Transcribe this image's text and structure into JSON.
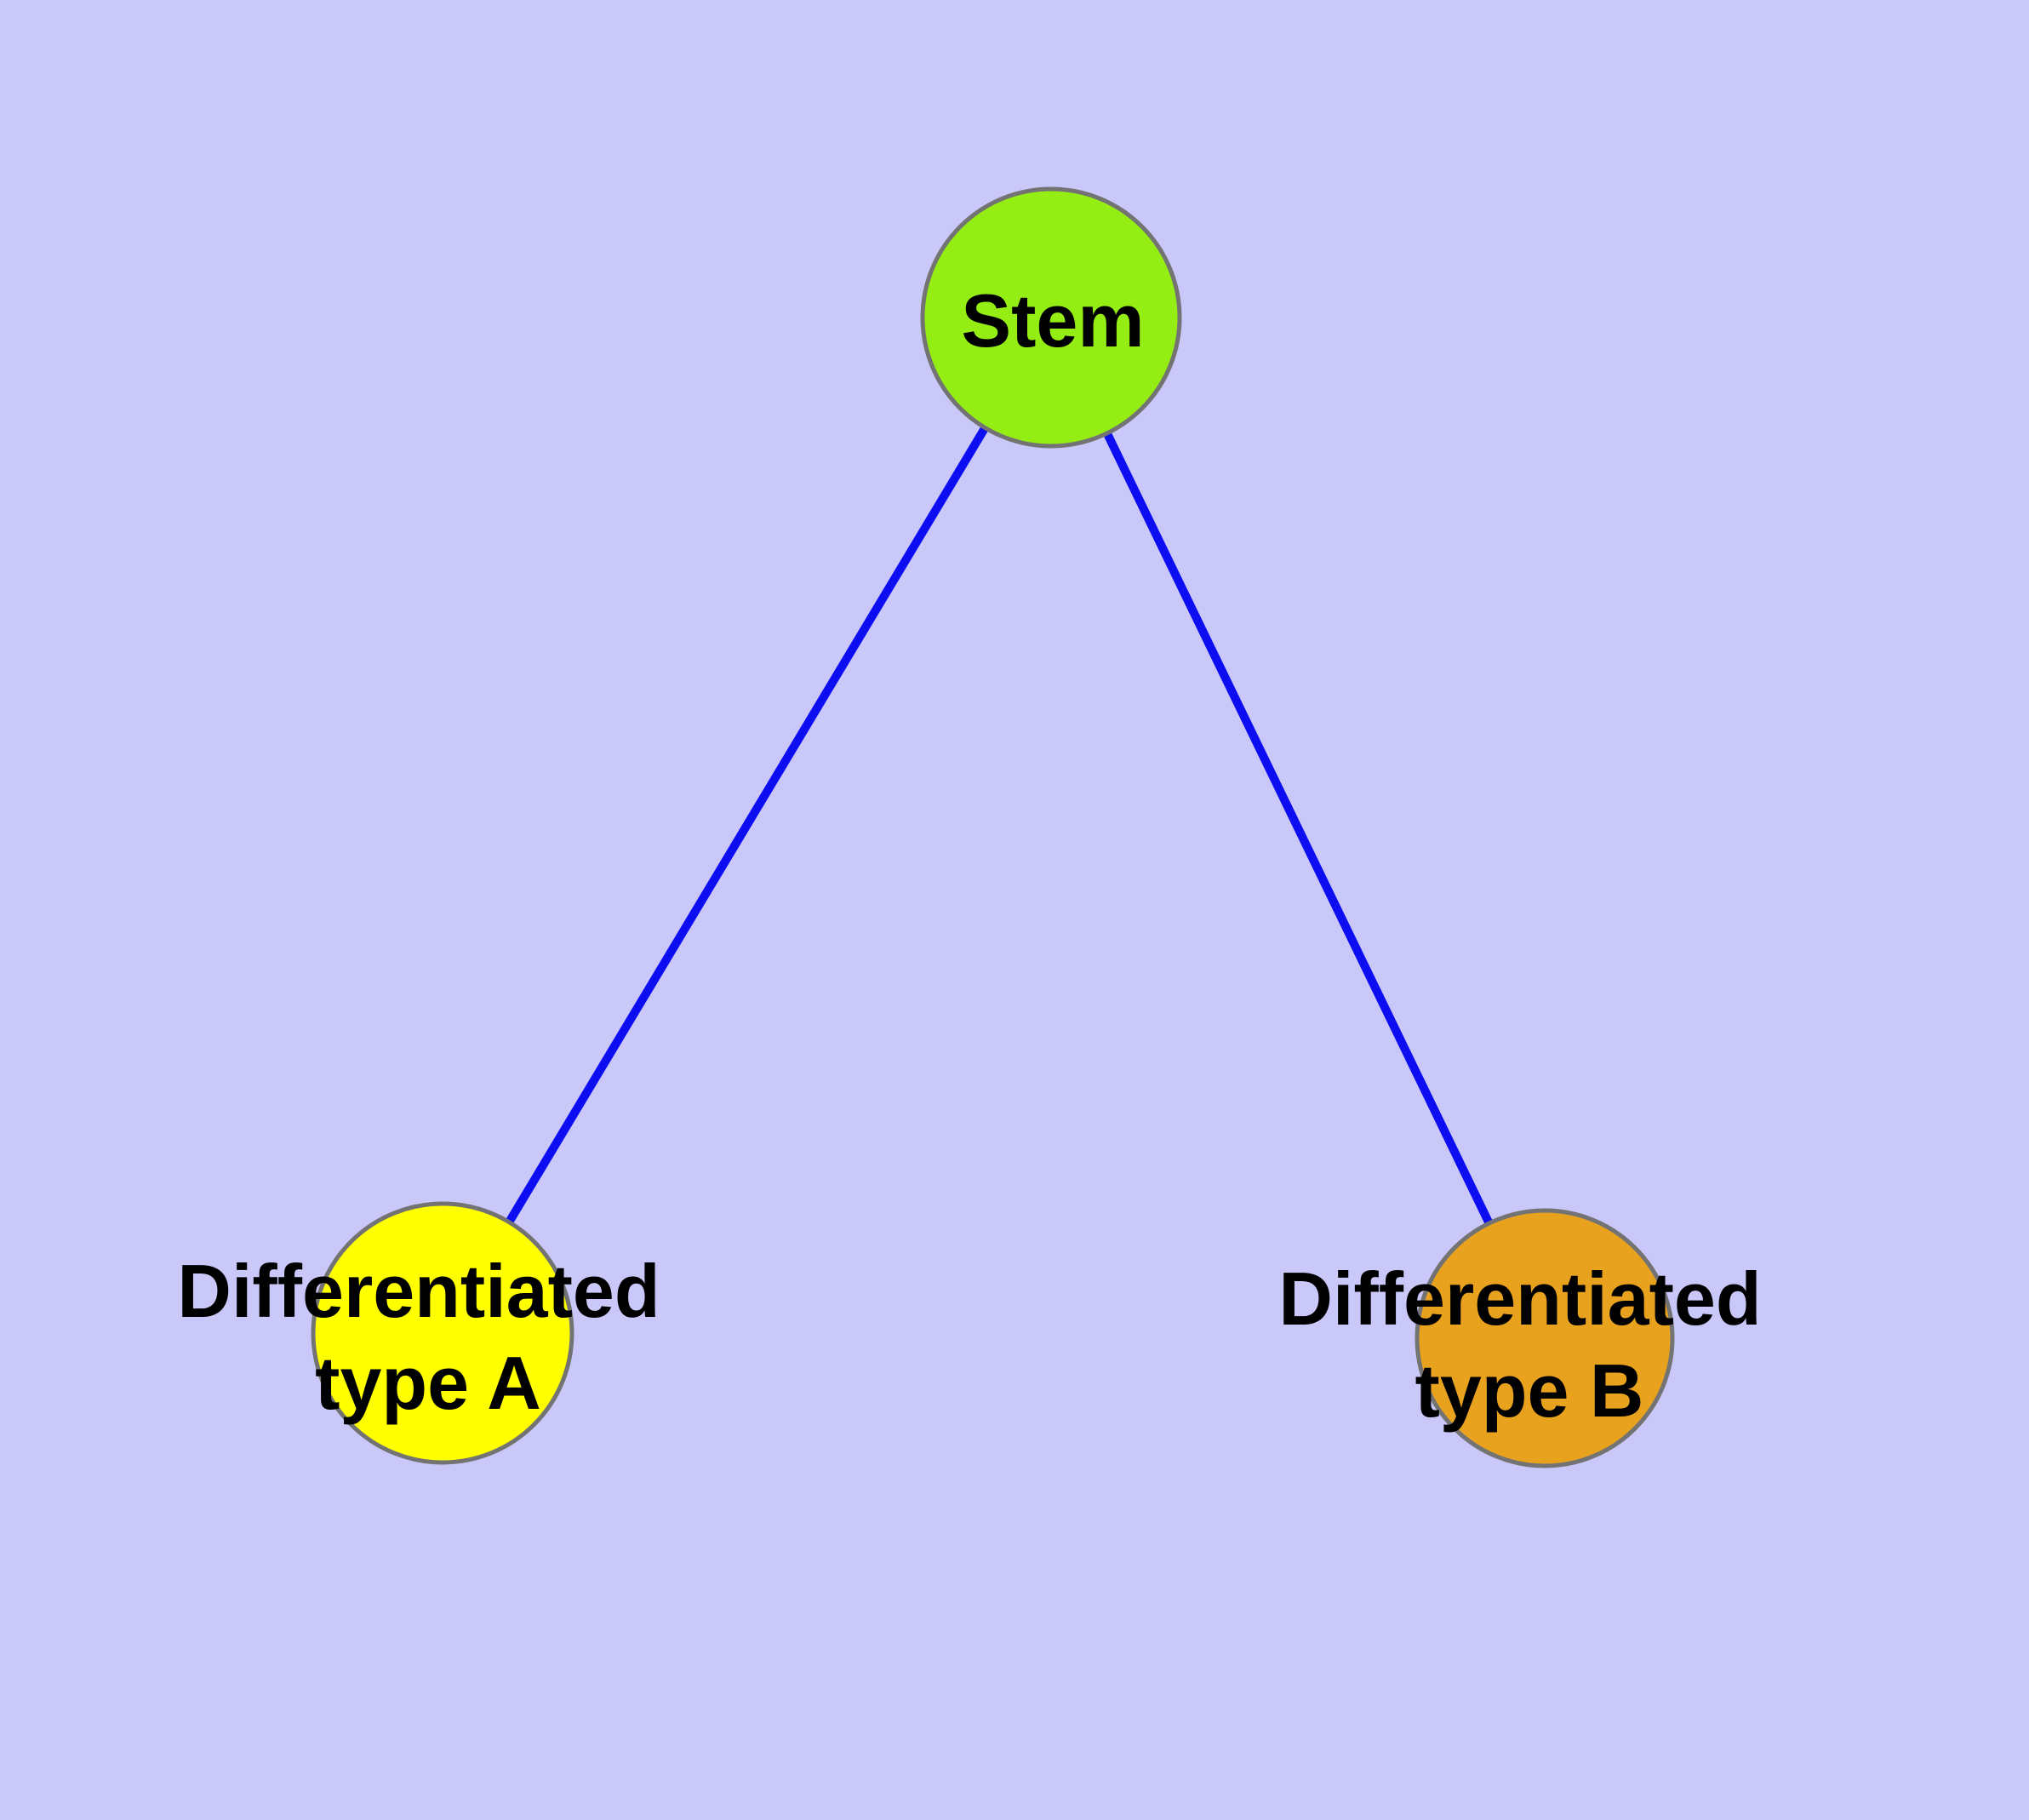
{
  "diagram": {
    "title": "Stem cell differentiation graph",
    "type": "node-link-diagram",
    "background_color": "#C9C8F9",
    "edge_color": "#0D0DF2",
    "node_border_color": "#737373",
    "label_color": "#000000",
    "nodes": [
      {
        "id": "stem",
        "label": "Stem",
        "lines": [
          "Stem"
        ],
        "fill_color": "#94EE14"
      },
      {
        "id": "differentiated-type-a",
        "label": "Differentiated type A",
        "lines": [
          "Differentiated",
          "type A"
        ],
        "fill_color": "#FFFF00"
      },
      {
        "id": "differentiated-type-b",
        "label": "Differentiated type B",
        "lines": [
          "Differentiated",
          "type B"
        ],
        "fill_color": "#E8A21E"
      }
    ],
    "edges": [
      {
        "from": "Stem",
        "to": "Differentiated type A"
      },
      {
        "from": "Stem",
        "to": "Differentiated type B"
      }
    ]
  }
}
